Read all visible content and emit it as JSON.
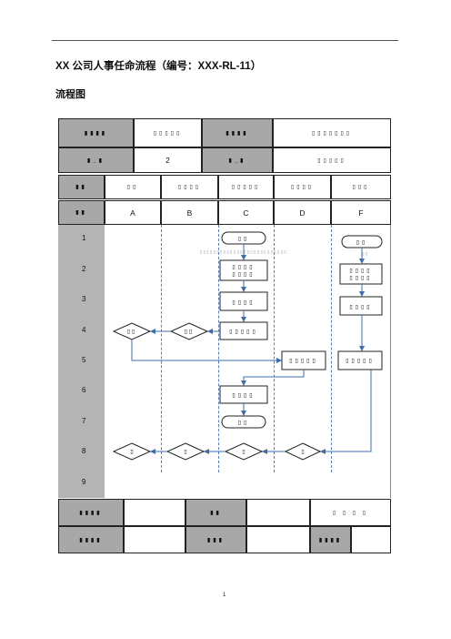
{
  "document": {
    "title": "XX 公司人事任命流程（编号：XXX-RL-11）",
    "section": "流程图",
    "page_number": "1"
  },
  "header_rows": [
    [
      "▮▮▮▮",
      "▯▯▯▯▯",
      "▮▮▮▮",
      "▯▯▯▯▯▯▯"
    ],
    [
      "▮_▮",
      "2",
      "▮_▮",
      "▯▯▯▯▯"
    ]
  ],
  "role_row": [
    "▮▮",
    "▯▯",
    "▯▯▯▯",
    "▯▯▯▯▯",
    "▯▯▯▯",
    "▯▯▯"
  ],
  "column_row": [
    "▮▮",
    "A",
    "B",
    "C",
    "D",
    "F"
  ],
  "row_numbers": [
    "1",
    "2",
    "3",
    "4",
    "5",
    "6",
    "7",
    "8",
    "9"
  ],
  "flow": {
    "c_start": "▯▯",
    "c_note": "▯▯▯▯▯▯▯▯▯▯▯▯▯▯▯▯▯▯▯▯▯▯▯▯▯▯",
    "c_box2_line1": "▯▯▯▯",
    "c_box2_line2": "▯▯▯▯",
    "c_box3": "▯▯▯▯",
    "c_box4": "▯▯▯▯▯",
    "a_diamond4": "▯▯",
    "b_diamond4": "▯▯",
    "d_box5": "▯▯▯▯▯",
    "f_box5": "▯▯▯▯▯",
    "c_box6": "▯▯▯▯",
    "c_end": "▯▯",
    "f_start": "▯▯",
    "f_note": "▯▯",
    "f_box2_line1": "▯▯▯▯",
    "f_box2_line2": "▯▯▯▯",
    "f_box3": "▯▯▯▯",
    "a_diamond8": "▯",
    "b_diamond8": "▯",
    "c_diamond8": "▯",
    "d_diamond8": "▯"
  },
  "footer_rows": [
    [
      "▮▮▮▮",
      "",
      "▮▮",
      "",
      "▯ ▯ ▯ ▯"
    ],
    [
      "▮▮▮▮",
      "",
      "▮▮▮",
      "",
      "▮▮▮▮",
      ""
    ]
  ]
}
